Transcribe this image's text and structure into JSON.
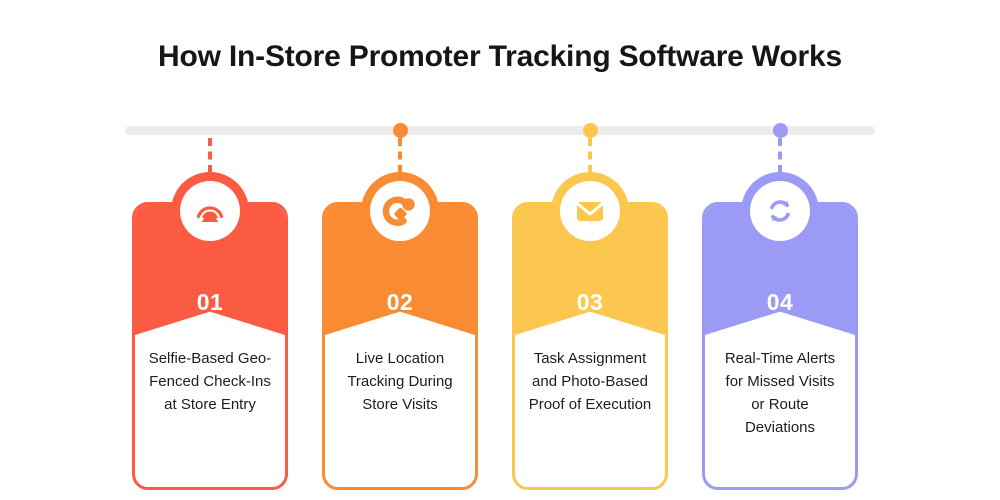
{
  "header": {
    "title": "How In-Store Promoter Tracking Software Works"
  },
  "timeline": {
    "track_color": "#ececed"
  },
  "steps": [
    {
      "number": "01",
      "text": "Selfie-Based Geo-Fenced Check-Ins at Store Entry",
      "color": "#fb5b42",
      "icon": "broadcast-signal-icon"
    },
    {
      "number": "02",
      "text": "Live Location Tracking During Store Visits",
      "color": "#f98b33",
      "icon": "magnet-tracking-icon"
    },
    {
      "number": "03",
      "text": "Task Assignment and Photo-Based Proof of Execution",
      "color": "#fcc74e",
      "icon": "envelope-icon"
    },
    {
      "number": "04",
      "text": "Real-Time Alerts for Missed Visits or Route Deviations",
      "color": "#9b9bf5",
      "icon": "sync-refresh-icon"
    }
  ]
}
